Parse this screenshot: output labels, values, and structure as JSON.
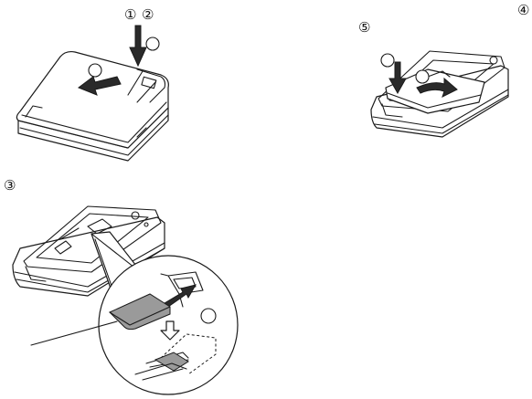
{
  "steps": {
    "step_1": "①",
    "step_2": "②",
    "step_3": "③",
    "step_4": "④",
    "step_5": "⑤"
  },
  "icons": [
    "phone-back-cover",
    "push-arrow",
    "slide-arrow",
    "battery-pack",
    "sim-card",
    "sim-slot",
    "insert-arrow",
    "down-outline-arrow",
    "leader-line"
  ],
  "colors": {
    "line": "#1a1a1a",
    "sim_card": "#9a9a9a",
    "background": "#ffffff"
  }
}
